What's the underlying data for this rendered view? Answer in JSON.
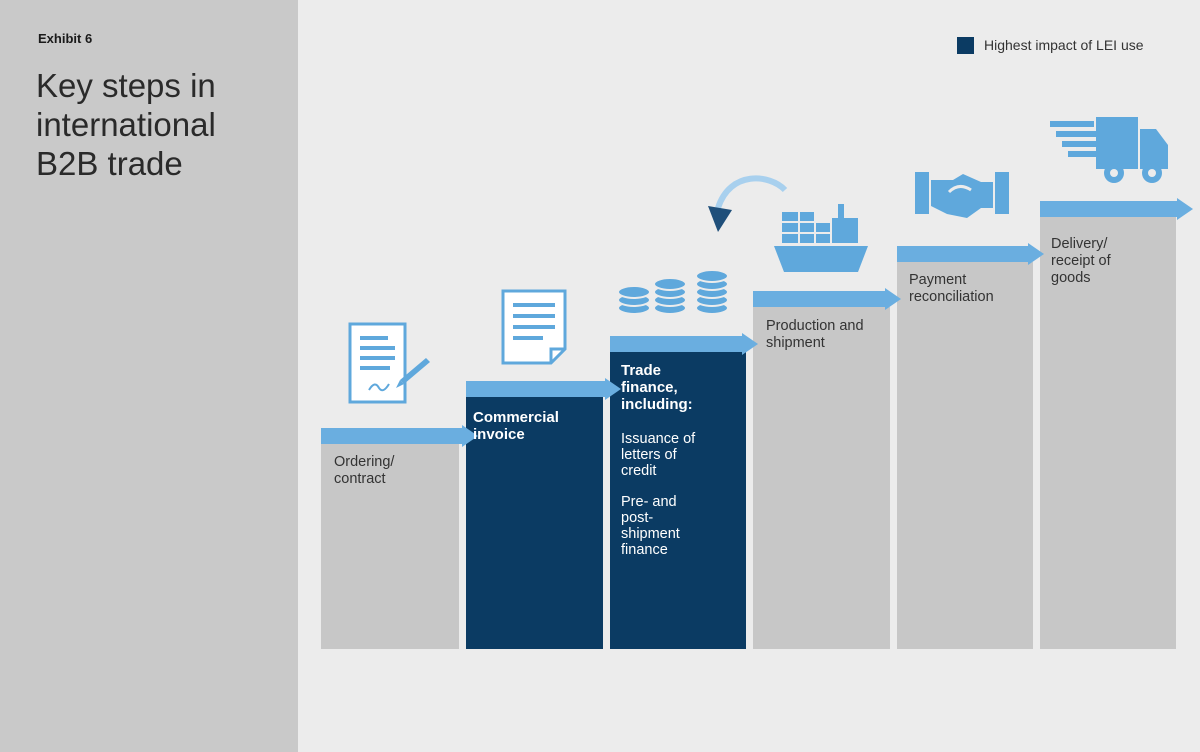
{
  "sidebar": {
    "exhibit": "Exhibit 6",
    "title": "Key steps in international B2B trade"
  },
  "legend": {
    "label": "Highest impact of LEI use",
    "color": "#0b3b63"
  },
  "colors": {
    "step_default": "#c7c7c7",
    "step_highlight": "#0b3b63",
    "arrow": "#6aaee0",
    "icon": "#5fa8dc"
  },
  "steps": [
    {
      "label": "Ordering/ contract",
      "highlight": false,
      "icon": "signed-contract-icon"
    },
    {
      "label": "Commercial invoice",
      "highlight": true,
      "icon": "invoice-document-icon"
    },
    {
      "label": "Trade finance, including:",
      "highlight": true,
      "icon": "coin-stacks-icon",
      "details": [
        "Issuance of letters of credit",
        "Pre- and post- shipment finance"
      ]
    },
    {
      "label": "Production and shipment",
      "highlight": false,
      "icon": "cargo-ship-icon"
    },
    {
      "label": "Payment reconciliation",
      "highlight": false,
      "icon": "handshake-icon"
    },
    {
      "label": "Delivery/ receipt of goods",
      "highlight": false,
      "icon": "delivery-truck-icon"
    }
  ]
}
